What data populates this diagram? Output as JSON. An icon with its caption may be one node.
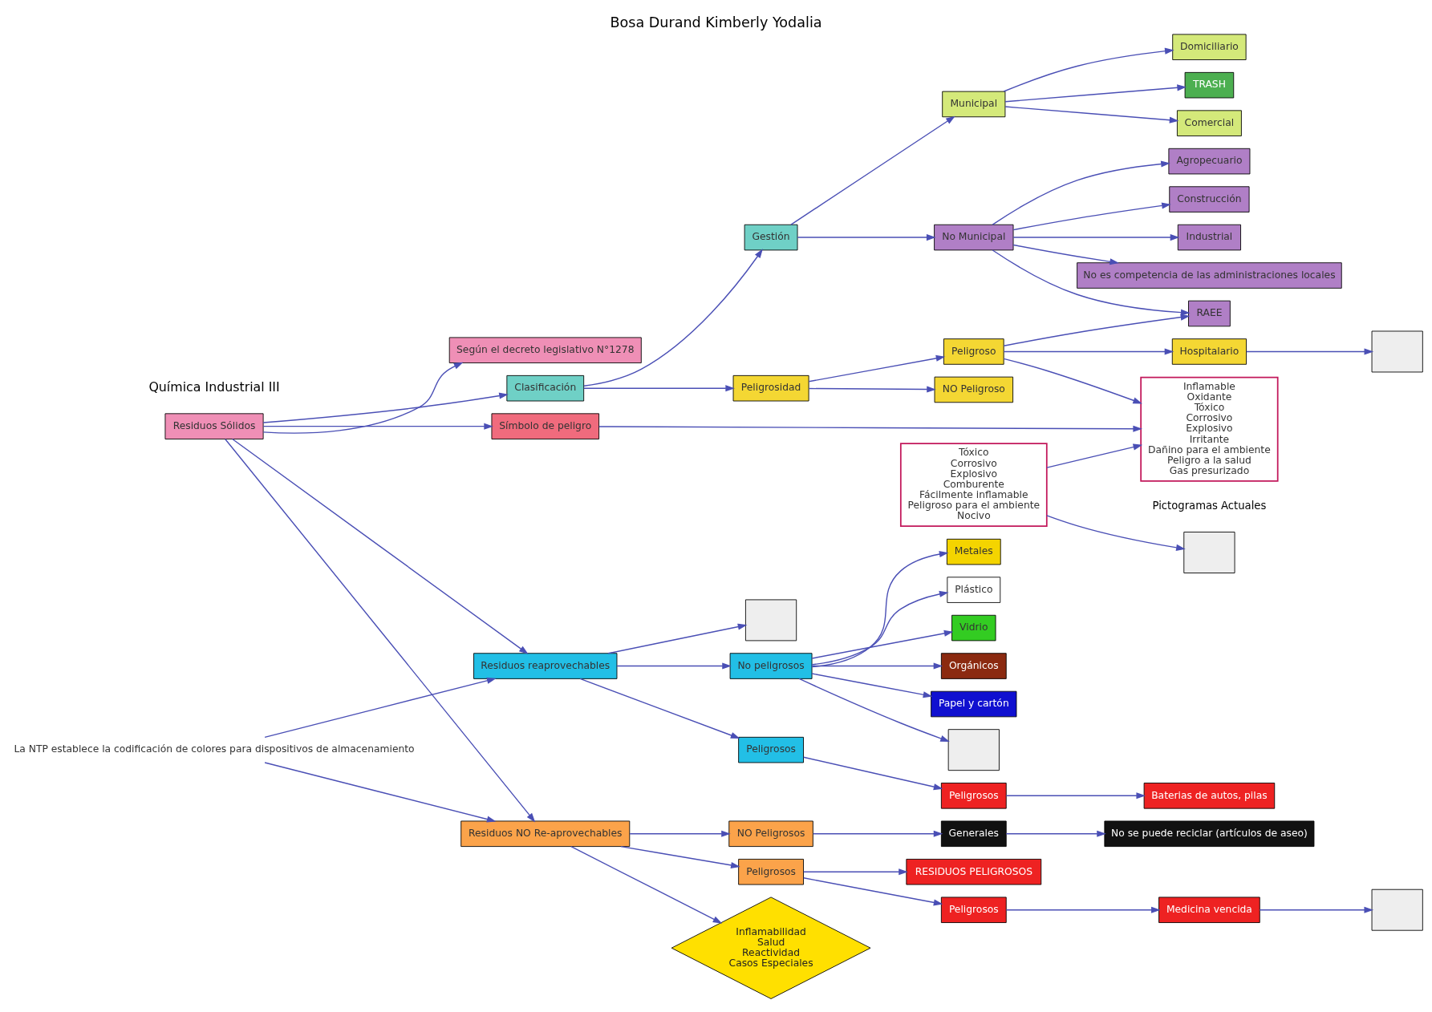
{
  "diagram": {
    "title": "Bosa Durand Kimberly Yodalia",
    "nodes": [
      {
        "text": [
          "Residuos Sólidos"
        ]
      },
      {
        "text": [
          "Clasificación"
        ]
      },
      {
        "text": [
          "Gestión"
        ]
      },
      {
        "text": [
          "Municipal"
        ]
      },
      {
        "text": [
          "Comercial"
        ]
      },
      {
        "text": [
          "Domiciliario"
        ]
      },
      {
        "text": [
          "TRASH"
        ]
      },
      {
        "text": [
          "No Municipal"
        ]
      },
      {
        "text": [
          "No es competencia de las administraciones locales"
        ]
      },
      {
        "text": [
          "Agropecuario"
        ]
      },
      {
        "text": [
          "Construcción"
        ]
      },
      {
        "text": [
          "Industrial"
        ]
      },
      {
        "text": [
          "RAEE"
        ]
      },
      {
        "text": [
          "Peligrosidad"
        ]
      },
      {
        "text": [
          "NO Peligroso"
        ]
      },
      {
        "text": [
          "Peligroso"
        ]
      },
      {
        "text": [
          "Hospitalario"
        ]
      },
      {
        "text": [],
        "shape": "box"
      },
      {
        "text": [
          "Símbolo de peligro"
        ]
      },
      {
        "text": [
          "Inflamable",
          "Oxidante",
          "Tóxico",
          "Corrosivo",
          "Explosivo",
          "Irritante",
          "Dañino para el ambiente",
          "Peligro a la salud",
          "Gas presurizado"
        ],
        "beside": [
          "Pictogramas Actuales"
        ]
      },
      {
        "text": [
          "Tóxico",
          "Corrosivo",
          "Explosivo",
          "Comburente",
          "Fácilmente inflamable",
          "Peligroso para el ambiente",
          "Nocivo"
        ]
      },
      {
        "text": [],
        "shape": "box"
      },
      {
        "text": [
          "Según el decreto legislativo N°1278"
        ]
      },
      {
        "text": [
          "Residuos reaprovechables"
        ]
      },
      {
        "text": [],
        "shape": "box"
      },
      {
        "text": [],
        "shape": "box"
      },
      {
        "text": [
          "No peligrosos"
        ]
      },
      {
        "text": [
          "Metales"
        ]
      },
      {
        "text": [
          "Plástico"
        ]
      },
      {
        "text": [
          "Vidrio"
        ]
      },
      {
        "text": [
          "Orgánicos"
        ]
      },
      {
        "text": [
          "Papel y cartón"
        ]
      },
      {
        "text": [
          "Peligrosos"
        ]
      },
      {
        "text": [
          "Peligrosos"
        ]
      },
      {
        "text": [
          "Baterias de autos, pilas"
        ]
      },
      {
        "text": [
          "La NTP establece la codificación de colores para dispositivos de almacenamiento"
        ]
      },
      {
        "text": [
          "Residuos NO Re-aprovechables"
        ]
      },
      {
        "text": [
          "NO Peligrosos"
        ]
      },
      {
        "text": [
          "Generales"
        ]
      },
      {
        "text": [
          "No se puede reciclar (artículos de aseo)"
        ]
      },
      {
        "text": [
          "Peligrosos"
        ]
      },
      {
        "text": [
          "Peligrosos"
        ]
      },
      {
        "text": [
          "Medicina vencida"
        ]
      },
      {
        "text": [],
        "shape": "box"
      },
      {
        "text": [
          "Inflamabilidad",
          "Salud",
          "Reactividad",
          "Casos Especiales"
        ]
      },
      {
        "text": [
          "RESIDUOS PELIGROSOS"
        ]
      }
    ],
    "edges": [
      {
        "from": 0,
        "to": 1,
        "arrow": "to"
      },
      {
        "from": 1,
        "to": 2,
        "arrow": "to"
      },
      {
        "from": 2,
        "to": 3,
        "arrow": "to"
      },
      {
        "from": 3,
        "to": 4,
        "arrow": "to"
      },
      {
        "from": 3,
        "to": 6,
        "arrow": "to"
      },
      {
        "from": 3,
        "to": 5,
        "arrow": "to"
      },
      {
        "from": 2,
        "to": 7,
        "arrow": "to"
      },
      {
        "from": 7,
        "to": 8,
        "arrow": "to"
      },
      {
        "from": 7,
        "to": 9,
        "arrow": "to"
      },
      {
        "from": 7,
        "to": 10,
        "arrow": "to"
      },
      {
        "from": 7,
        "to": 11,
        "arrow": "to"
      },
      {
        "from": 7,
        "to": 12,
        "arrow": "to"
      },
      {
        "from": 1,
        "to": 13,
        "arrow": "to"
      },
      {
        "from": 13,
        "to": 14,
        "arrow": "to"
      },
      {
        "from": 13,
        "to": 15,
        "arrow": "to"
      },
      {
        "from": 15,
        "to": 16,
        "arrow": "to"
      },
      {
        "from": 15,
        "to": 12,
        "arrow": "to"
      },
      {
        "from": 16,
        "to": 17,
        "arrow": "to"
      },
      {
        "from": 15,
        "to": 19,
        "arrow": "to"
      },
      {
        "from": 18,
        "to": 19,
        "arrow": "to"
      },
      {
        "from": 0,
        "to": 18,
        "arrow": "to"
      },
      {
        "from": 20,
        "to": 19,
        "arrow": "to"
      },
      {
        "from": 20,
        "to": 21,
        "arrow": "to"
      },
      {
        "from": 0,
        "to": 22,
        "arrow": "to"
      },
      {
        "from": 0,
        "to": 23,
        "arrow": "to"
      },
      {
        "from": 0,
        "to": 36,
        "arrow": "to"
      },
      {
        "from": 23,
        "to": 24,
        "arrow": "to"
      },
      {
        "from": 23,
        "to": 26,
        "arrow": "to"
      },
      {
        "from": 26,
        "to": 25,
        "arrow": "to"
      },
      {
        "from": 26,
        "to": 27,
        "arrow": "to"
      },
      {
        "from": 26,
        "to": 28,
        "arrow": "to"
      },
      {
        "from": 26,
        "to": 29,
        "arrow": "to"
      },
      {
        "from": 26,
        "to": 30,
        "arrow": "to"
      },
      {
        "from": 26,
        "to": 31,
        "arrow": "to"
      },
      {
        "from": 23,
        "to": 32,
        "arrow": "to"
      },
      {
        "from": 32,
        "to": 33,
        "arrow": "to"
      },
      {
        "from": 33,
        "to": 34,
        "arrow": "to"
      },
      {
        "from": 35,
        "to": 23,
        "arrow": "to"
      },
      {
        "from": 35,
        "to": 36,
        "arrow": "to"
      },
      {
        "from": 36,
        "to": 37,
        "arrow": "to"
      },
      {
        "from": 37,
        "to": 38,
        "arrow": "to"
      },
      {
        "from": 38,
        "to": 39,
        "arrow": "to"
      },
      {
        "from": 36,
        "to": 40,
        "arrow": "to"
      },
      {
        "from": 40,
        "to": 41,
        "arrow": "to"
      },
      {
        "from": 41,
        "to": 42,
        "arrow": "to"
      },
      {
        "from": 42,
        "to": 43,
        "arrow": "to"
      },
      {
        "from": 36,
        "to": 44,
        "arrow": "to"
      },
      {
        "from": 40,
        "to": 45,
        "arrow": "to"
      }
    ],
    "labels": [
      "Química Industrial III"
    ]
  }
}
